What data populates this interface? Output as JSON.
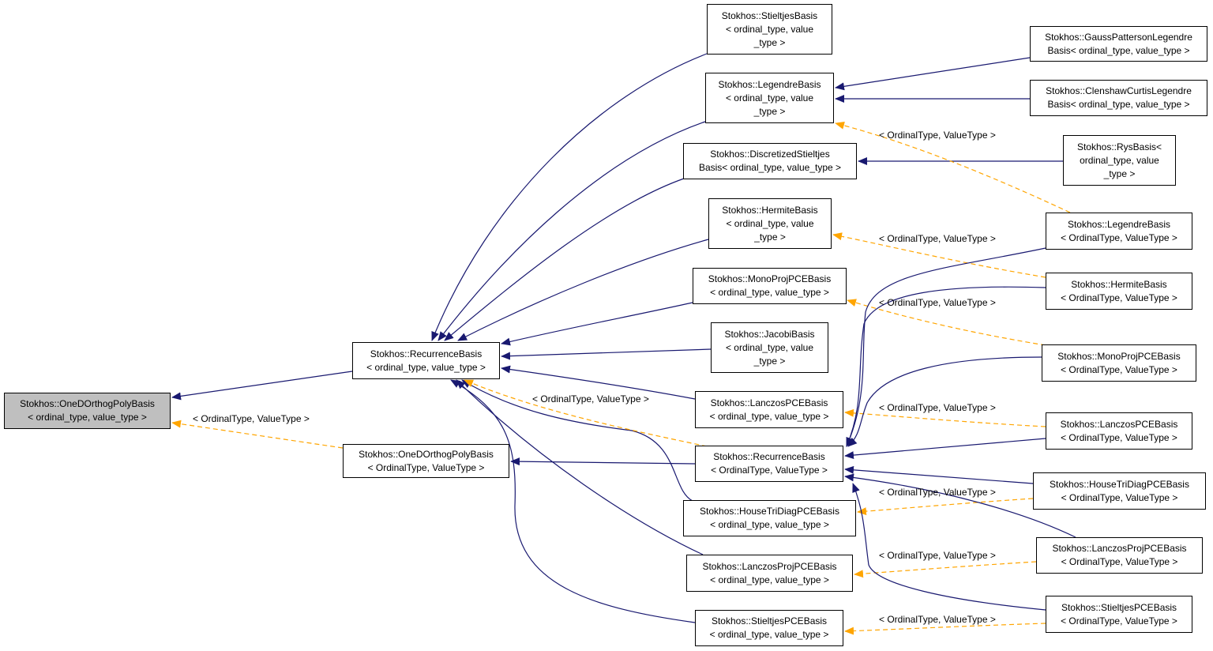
{
  "template_args_label": "< OrdinalType, ValueType >",
  "colors": {
    "inheritance": "#191970",
    "template_instance": "#ffa500",
    "root_fill": "#bfbfbf"
  },
  "nodes": {
    "root": {
      "lines": [
        "Stokhos::OneDOrthogPolyBasis",
        "< ordinal_type, value_type >"
      ]
    },
    "rec_ord": {
      "lines": [
        "Stokhos::RecurrenceBasis",
        "< ordinal_type, value_type >"
      ]
    },
    "one_tmpl": {
      "lines": [
        "Stokhos::OneDOrthogPolyBasis",
        "< OrdinalType, ValueType >"
      ]
    },
    "stieltjes_ord": {
      "lines": [
        "Stokhos::StieltjesBasis",
        "< ordinal_type, value",
        "_type >"
      ]
    },
    "legendre_ord": {
      "lines": [
        "Stokhos::LegendreBasis",
        "< ordinal_type, value",
        "_type >"
      ]
    },
    "disc_ord": {
      "lines": [
        "Stokhos::DiscretizedStieltjes",
        "Basis< ordinal_type, value_type >"
      ]
    },
    "hermite_ord": {
      "lines": [
        "Stokhos::HermiteBasis",
        "< ordinal_type, value",
        "_type >"
      ]
    },
    "mono_ord": {
      "lines": [
        "Stokhos::MonoProjPCEBasis",
        "< ordinal_type, value_type >"
      ]
    },
    "jacobi_ord": {
      "lines": [
        "Stokhos::JacobiBasis",
        "< ordinal_type, value",
        "_type >"
      ]
    },
    "lanczos_ord": {
      "lines": [
        "Stokhos::LanczosPCEBasis",
        "< ordinal_type, value_type >"
      ]
    },
    "rec_tmpl": {
      "lines": [
        "Stokhos::RecurrenceBasis",
        "< OrdinalType, ValueType >"
      ]
    },
    "house_ord": {
      "lines": [
        "Stokhos::HouseTriDiagPCEBasis",
        "< ordinal_type, value_type >"
      ]
    },
    "lproj_ord": {
      "lines": [
        "Stokhos::LanczosProjPCEBasis",
        "< ordinal_type, value_type >"
      ]
    },
    "spce_ord": {
      "lines": [
        "Stokhos::StieltjesPCEBasis",
        "< ordinal_type, value_type >"
      ]
    },
    "gp_ord": {
      "lines": [
        "Stokhos::GaussPattersonLegendre",
        "Basis< ordinal_type, value_type >"
      ]
    },
    "cc_ord": {
      "lines": [
        "Stokhos::ClenshawCurtisLegendre",
        "Basis< ordinal_type, value_type >"
      ]
    },
    "rys_ord": {
      "lines": [
        "Stokhos::RysBasis<",
        "ordinal_type, value",
        "_type >"
      ]
    },
    "legendre_tmpl": {
      "lines": [
        "Stokhos::LegendreBasis",
        "< OrdinalType, ValueType >"
      ]
    },
    "hermite_tmpl": {
      "lines": [
        "Stokhos::HermiteBasis",
        "< OrdinalType, ValueType >"
      ]
    },
    "mono_tmpl": {
      "lines": [
        "Stokhos::MonoProjPCEBasis",
        "< OrdinalType, ValueType >"
      ]
    },
    "lanczos_tmpl": {
      "lines": [
        "Stokhos::LanczosPCEBasis",
        "< OrdinalType, ValueType >"
      ]
    },
    "house_tmpl": {
      "lines": [
        "Stokhos::HouseTriDiagPCEBasis",
        "< OrdinalType, ValueType >"
      ]
    },
    "lproj_tmpl": {
      "lines": [
        "Stokhos::LanczosProjPCEBasis",
        "< OrdinalType, ValueType >"
      ]
    },
    "spce_tmpl": {
      "lines": [
        "Stokhos::StieltjesPCEBasis",
        "< OrdinalType, ValueType >"
      ]
    }
  }
}
